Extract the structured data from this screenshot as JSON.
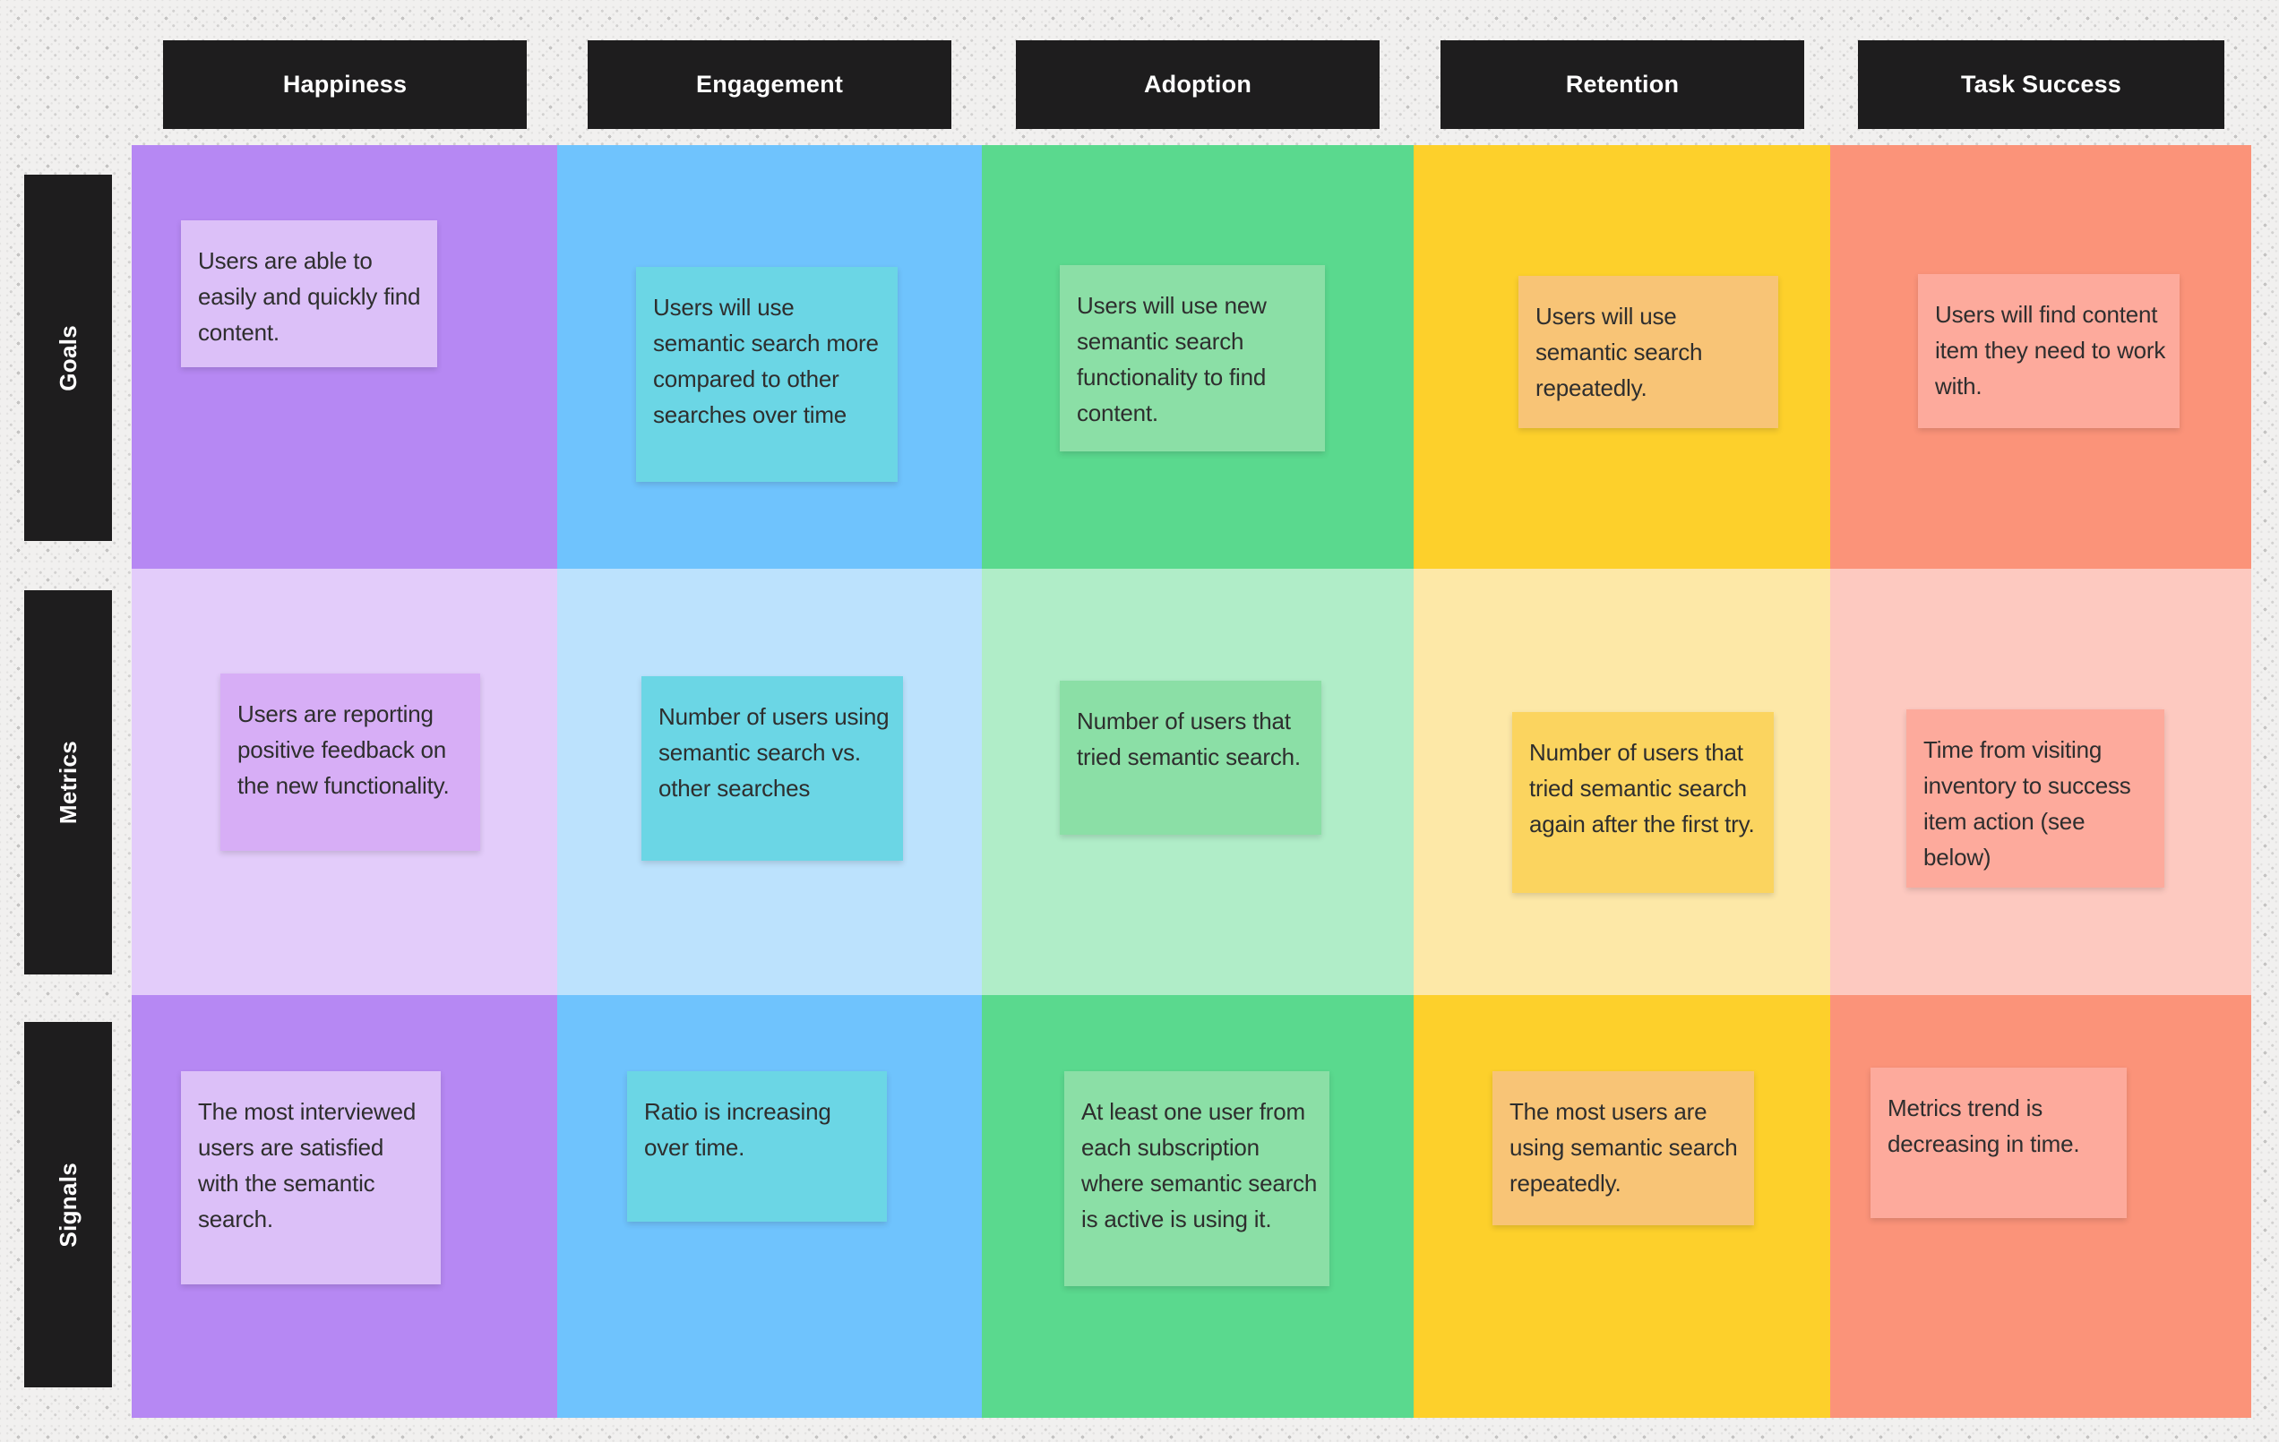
{
  "board": {
    "framework": "HEART",
    "columns": [
      {
        "label": "Happiness",
        "color_dark": "#b688f3",
        "color_light": "#e3ccfa",
        "sticky_color": "#dcc0f8",
        "sticky_color_metrics": "#d7aef6"
      },
      {
        "label": "Engagement",
        "color_dark": "#6fc3fd",
        "color_light": "#bce2fd",
        "sticky_color": "#6bd6e5"
      },
      {
        "label": "Adoption",
        "color_dark": "#5ad98e",
        "color_light": "#b0edc8",
        "sticky_color": "#8bdfa6"
      },
      {
        "label": "Retention",
        "color_dark": "#fdd02b",
        "color_light": "#fde8a7",
        "sticky_color": "#f8c476",
        "sticky_color_metrics": "#fbd45f"
      },
      {
        "label": "Task Success",
        "color_dark": "#fb9379",
        "color_light": "#fdc9c0",
        "sticky_color": "#fdaa9c"
      }
    ],
    "rows": [
      {
        "label": "Goals"
      },
      {
        "label": "Metrics"
      },
      {
        "label": "Signals"
      }
    ],
    "header_bg": "#1e1d1e",
    "header_text_color": "#ffffff",
    "canvas_bg": "#f1f0ef",
    "note_text_color": "#2e2e2e"
  },
  "notes": {
    "goals": {
      "happiness": "Users are able to easily and quickly find content.",
      "engagement": "Users will use semantic search more compared to other searches over time",
      "adoption": "Users will use new semantic search functionality to find content.",
      "retention": "Users will use semantic search repeatedly.",
      "task_success": "Users will find content item they need to work with."
    },
    "metrics": {
      "happiness": "Users are reporting positive feedback on the new functionality.",
      "engagement": "Number of users using semantic search vs. other searches",
      "adoption": "Number of users that tried semantic search.",
      "retention": "Number of users that tried semantic search again after the first try.",
      "task_success": "Time from visiting inventory to success item action (see below)"
    },
    "signals": {
      "happiness": "The most interviewed users are satisfied with the semantic search.",
      "engagement": "Ratio is increasing over time.",
      "adoption": "At least one user from each subscription where semantic search is active is using it.",
      "retention": "The most users are using semantic search repeatedly.",
      "task_success": "Metrics trend is decreasing in time."
    }
  }
}
